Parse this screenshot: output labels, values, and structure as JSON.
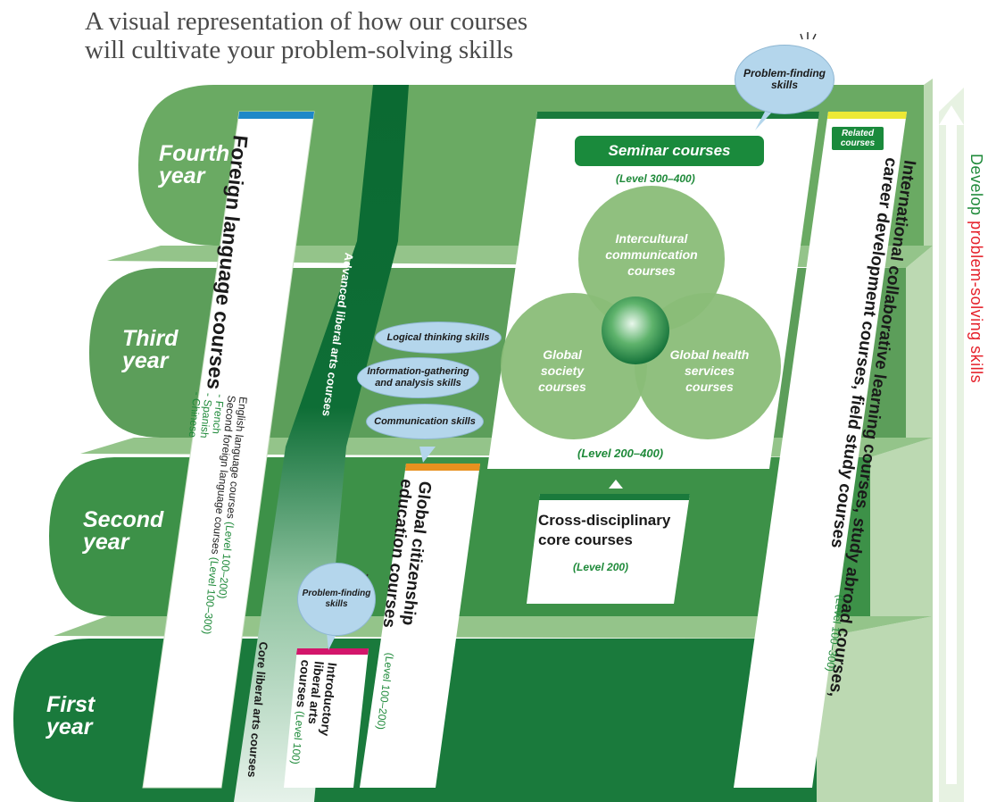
{
  "title_line1": "A visual representation of how our courses",
  "title_line2": "will cultivate your problem-solving skills",
  "years": {
    "fourth_l1": "Fourth",
    "fourth_l2": "year",
    "third_l1": "Third",
    "third_l2": "year",
    "second_l1": "Second",
    "second_l2": "year",
    "first_l1": "First",
    "first_l2": "year"
  },
  "foreign": {
    "title": "Foreign language courses",
    "english": "English language courses",
    "english_level": "(Level 100–200)",
    "second": "Second foreign language courses",
    "second_level": "(Level 100–300)",
    "langs": [
      "- French",
      "- Spanish",
      "- Chinese"
    ]
  },
  "advanced_liberal": "Advanced liberal arts courses",
  "core_liberal": "Core liberal arts courses",
  "intro": {
    "l1": "Introductory",
    "l2": "liberal arts",
    "l3": "courses",
    "level": "(Level 100)"
  },
  "global_citizenship": {
    "l1": "Global citizenship",
    "l2": "education courses",
    "level": "(Level 100–200)"
  },
  "skills": {
    "logical": "Logical thinking skills",
    "info_l1": "Information-gathering",
    "info_l2": "and analysis skills",
    "communication": "Communication skills",
    "problem_top_l1": "Problem-finding",
    "problem_top_l2": "skills",
    "problem_bottom_l1": "Problem-finding",
    "problem_bottom_l2": "skills"
  },
  "seminar": {
    "label": "Seminar courses",
    "level": "(Level 300–400)"
  },
  "circles": {
    "intercultural_l1": "Intercultural",
    "intercultural_l2": "communication",
    "intercultural_l3": "courses",
    "society_l1": "Global",
    "society_l2": "society",
    "society_l3": "courses",
    "health_l1": "Global health",
    "health_l2": "services",
    "health_l3": "courses",
    "level": "(Level 200–400)"
  },
  "cross": {
    "l1": "Cross-disciplinary",
    "l2": "core courses",
    "level": "(Level 200)"
  },
  "related": {
    "badge_l1": "Related",
    "badge_l2": "courses",
    "l1": "International collaborative learning courses, study abroad courses,",
    "l2": "career development courses, field study courses",
    "level": "(Level 100–300)"
  },
  "develop": {
    "prefix": "Develop",
    "highlight": "problem-solving skills"
  },
  "colors": {
    "dark_green": "#1a7a3c",
    "mid_green": "#5c9e5a",
    "light_green": "#7db677",
    "accent_red": "#e5202a",
    "bubble_blue": "#b4d6ec"
  }
}
